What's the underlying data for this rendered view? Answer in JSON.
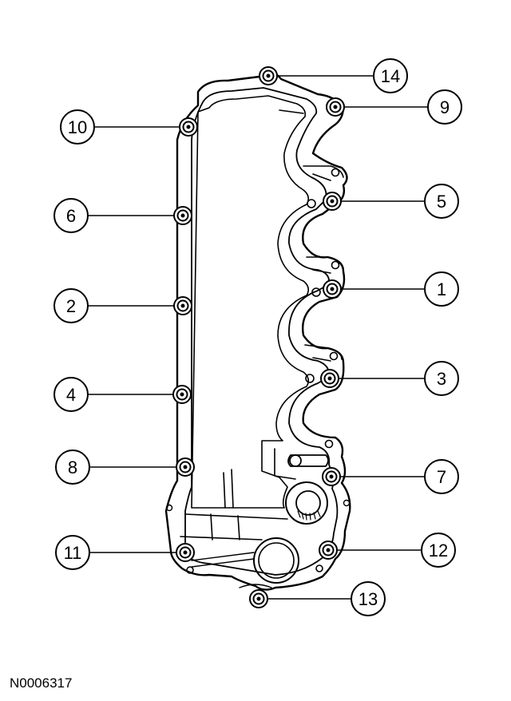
{
  "figure_id": "N0006317",
  "callouts": [
    {
      "label": "14"
    },
    {
      "label": "9"
    },
    {
      "label": "10"
    },
    {
      "label": "5"
    },
    {
      "label": "6"
    },
    {
      "label": "1"
    },
    {
      "label": "2"
    },
    {
      "label": "3"
    },
    {
      "label": "4"
    },
    {
      "label": "7"
    },
    {
      "label": "8"
    },
    {
      "label": "11"
    },
    {
      "label": "12"
    },
    {
      "label": "13"
    }
  ]
}
